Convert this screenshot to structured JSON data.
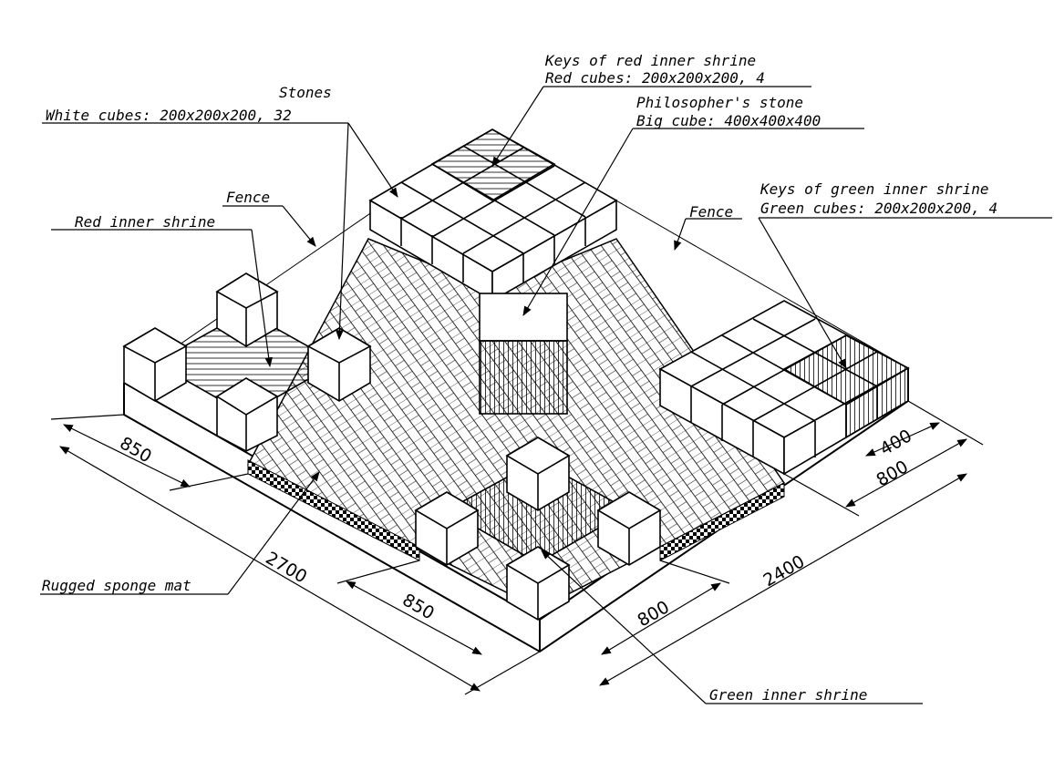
{
  "labels": {
    "stones_title": "Stones",
    "stones_detail": "White cubes: 200x200x200, 32",
    "red_keys_title": "Keys of red inner shrine",
    "red_keys_detail": "Red cubes: 200x200x200, 4",
    "philosopher_title": "Philosopher's stone",
    "philosopher_detail": "Big cube: 400x400x400",
    "green_keys_title": "Keys of green inner shrine",
    "green_keys_detail": "Green cubes: 200x200x200, 4",
    "fence_left": "Fence",
    "fence_right": "Fence",
    "red_shrine": "Red inner shrine",
    "sponge_mat": "Rugged sponge mat",
    "green_shrine": "Green inner shrine"
  },
  "dimensions": {
    "left_850": "850",
    "total_2700": "2700",
    "bottom_850": "850",
    "bottom_800": "800",
    "right_2400": "2400",
    "right_800": "800",
    "right_400": "400"
  }
}
